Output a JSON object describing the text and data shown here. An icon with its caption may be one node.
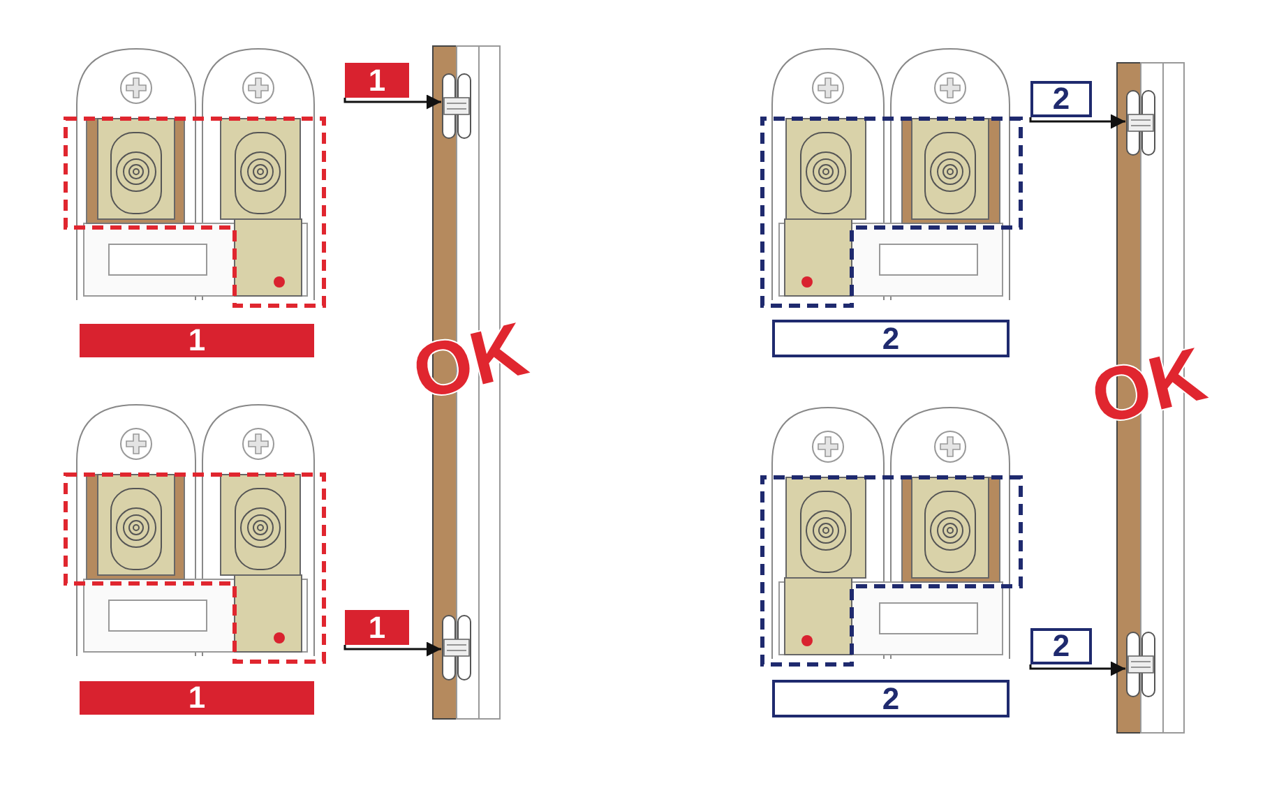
{
  "diagram": {
    "nodes": [
      {
        "text": [
          "1"
        ]
      },
      {
        "text": [],
        "shape": "picture"
      },
      {
        "text": [
          "1"
        ]
      },
      {
        "text": [
          "1"
        ]
      },
      {
        "text": [],
        "shape": "picture"
      },
      {
        "text": [
          "1"
        ]
      },
      {
        "text": [
          "2"
        ]
      },
      {
        "text": [],
        "shape": "picture"
      },
      {
        "text": [
          "2"
        ]
      },
      {
        "text": [
          "2"
        ]
      },
      {
        "text": [],
        "shape": "picture"
      },
      {
        "text": [
          "2"
        ]
      }
    ],
    "edges": [
      {
        "from": 0,
        "to": 1,
        "arrow": "to"
      },
      {
        "from": 3,
        "to": 4,
        "arrow": "to"
      },
      {
        "from": 6,
        "to": 7,
        "arrow": "to"
      },
      {
        "from": 9,
        "to": 10,
        "arrow": "to"
      }
    ],
    "labels": [
      "OK",
      "OK"
    ]
  }
}
